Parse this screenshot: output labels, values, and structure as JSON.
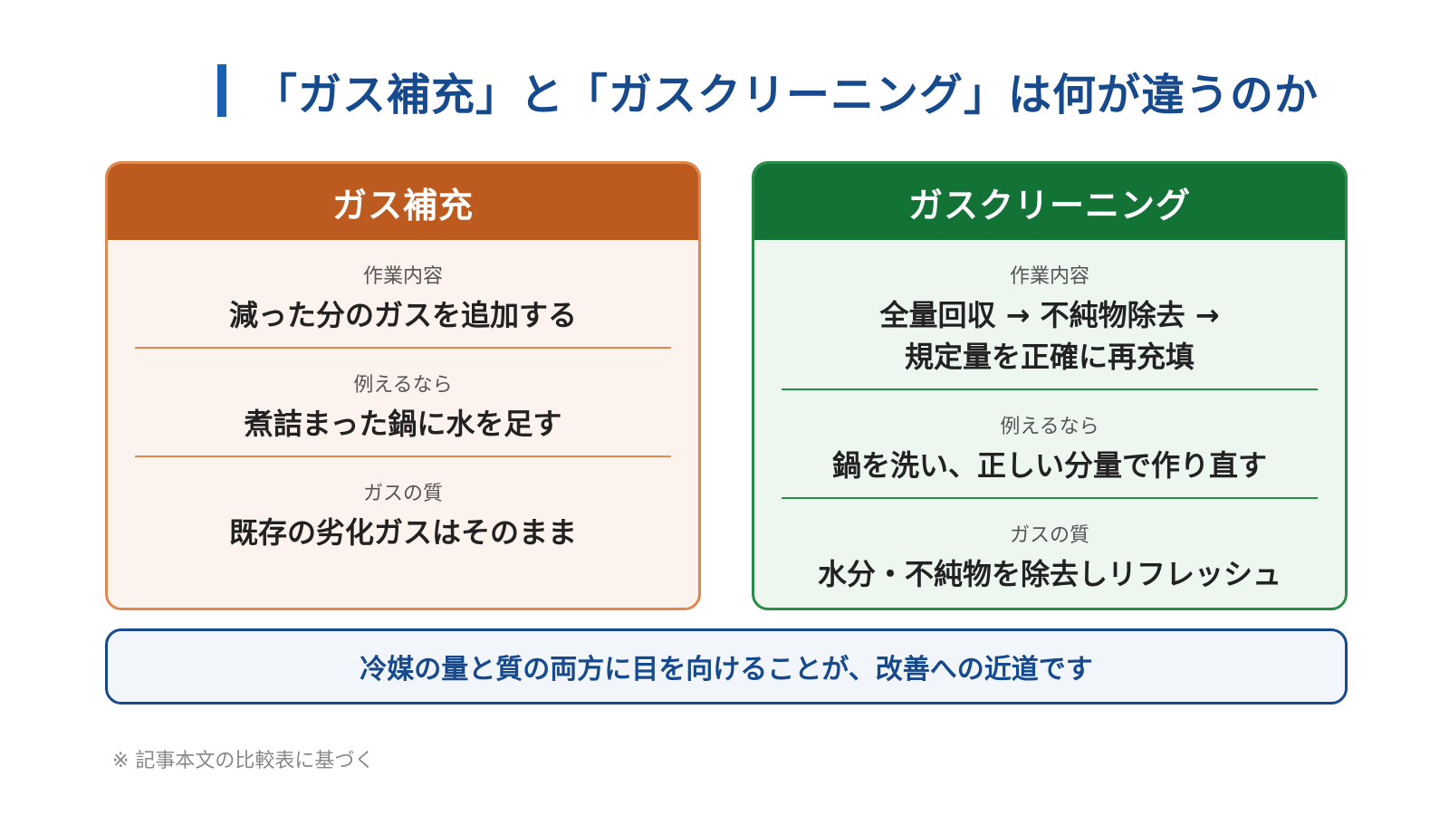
{
  "title": "「ガス補充」と「ガスクリーニング」は何が違うのか",
  "left_card": {
    "header": "ガス補充",
    "sections": [
      {
        "label": "作業内容",
        "lines": [
          "減った分のガスを追加する"
        ]
      },
      {
        "label": "例えるなら",
        "lines": [
          "煮詰まった鍋に水を足す"
        ]
      },
      {
        "label": "ガスの質",
        "lines": [
          "既存の劣化ガスはそのまま"
        ]
      }
    ]
  },
  "right_card": {
    "header": "ガスクリーニング",
    "sections": [
      {
        "label": "作業内容",
        "lines": [
          "全量回収 → 不純物除去 →",
          "規定量を正確に再充填"
        ]
      },
      {
        "label": "例えるなら",
        "lines": [
          "鍋を洗い、正しい分量で作り直す"
        ]
      },
      {
        "label": "ガスの質",
        "lines": [
          "水分・不純物を除去しリフレッシュ"
        ]
      }
    ]
  },
  "summary": "冷媒の量と質の両方に目を向けることが、改善への近道です",
  "footnote": "※ 記事本文の比較表に基づく",
  "colors": {
    "accent_blue": "#174a8c",
    "left_header": "#bd5a1f",
    "right_header": "#137236"
  }
}
